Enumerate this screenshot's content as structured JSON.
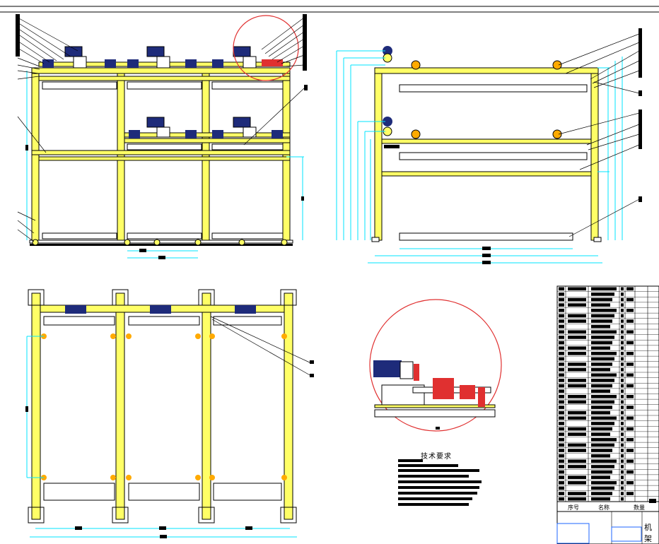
{
  "drawing": {
    "tech_notes_title": "技术要求",
    "title_block": {
      "col_labels": [
        "序号",
        "名称",
        "数量"
      ],
      "drawing_title": "机架"
    }
  },
  "colors": {
    "line": "#000000",
    "frame_fill": "#ffff66",
    "dimension": "#00e5ff",
    "highlight": "#e03030",
    "component": "#1e2b7a",
    "valve": "#ffaa00",
    "redaction": "#000000",
    "title_block_accent": "#1e66ff"
  }
}
